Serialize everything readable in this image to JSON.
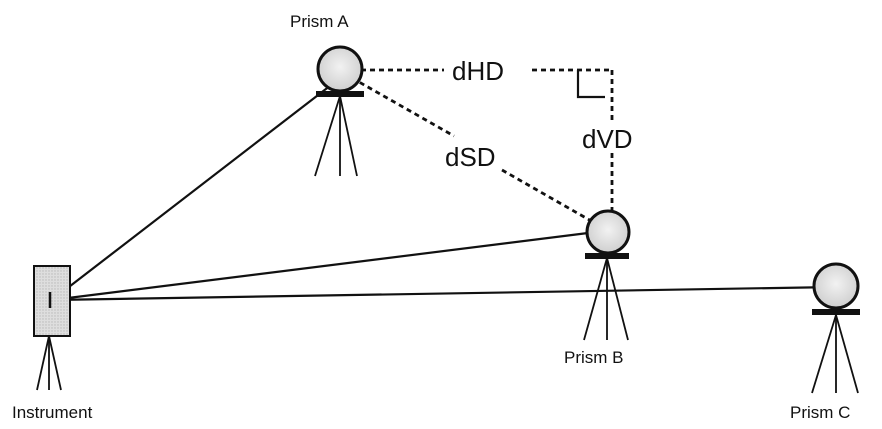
{
  "diagram": {
    "labels": {
      "prism_a": "Prism A",
      "prism_b": "Prism B",
      "prism_c": "Prism C",
      "instrument": "Instrument",
      "dhd": "dHD",
      "dvd": "dVD",
      "dsd": "dSD"
    },
    "colors": {
      "line": "#111111",
      "prism_fill": "#dcdcdc",
      "instrument_fill": "#d4d4d4",
      "background": "#ffffff"
    }
  }
}
